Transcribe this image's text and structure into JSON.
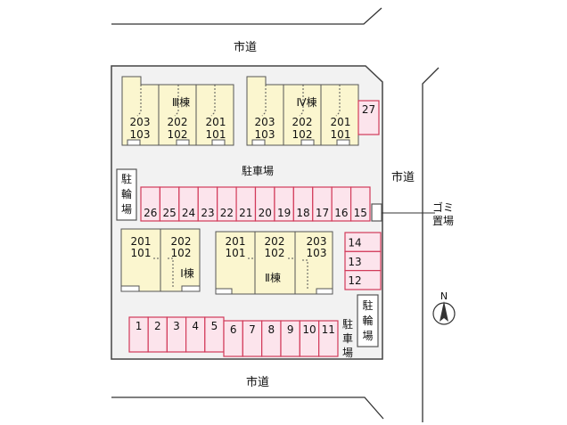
{
  "colors": {
    "lot": "#f2f2f2",
    "building": "#fbf6cf",
    "parking_fill": "#fce4ec",
    "parking_stroke": "#d23a5a",
    "outline": "#444444",
    "road_line": "#333333"
  },
  "roads": {
    "top": "市道",
    "right": "市道",
    "bottom": "市道"
  },
  "labels": {
    "main_parking": "駐車場",
    "bike_left": [
      "駐",
      "輪",
      "場"
    ],
    "bike_right": [
      "駐",
      "輪",
      "場"
    ],
    "parking_small": [
      "駐",
      "車",
      "場"
    ],
    "garbage": [
      "ゴミ",
      "置場"
    ],
    "north": "N"
  },
  "buildings": {
    "b3": {
      "name": "Ⅲ棟",
      "units": [
        [
          "203",
          "103"
        ],
        [
          "202",
          "102"
        ],
        [
          "201",
          "101"
        ]
      ]
    },
    "b4": {
      "name": "Ⅳ棟",
      "units": [
        [
          "203",
          "103"
        ],
        [
          "202",
          "102"
        ],
        [
          "201",
          "101"
        ]
      ]
    },
    "b1": {
      "name": "Ⅰ棟",
      "units": [
        [
          "201",
          "101"
        ],
        [
          "202",
          "102"
        ]
      ]
    },
    "b2": {
      "name": "Ⅱ棟",
      "units": [
        [
          "201",
          "101"
        ],
        [
          "202",
          "102"
        ],
        [
          "203",
          "103"
        ]
      ]
    }
  },
  "parking": {
    "row_top": [
      "26",
      "25",
      "24",
      "23",
      "22",
      "21",
      "20",
      "19",
      "18",
      "17",
      "16",
      "15"
    ],
    "column_right": [
      "14",
      "13",
      "12"
    ],
    "corner": "27",
    "row_bottom_left": [
      "1",
      "2",
      "3",
      "4",
      "5"
    ],
    "row_bottom_right": [
      "6",
      "7",
      "8",
      "9",
      "10",
      "11"
    ]
  }
}
